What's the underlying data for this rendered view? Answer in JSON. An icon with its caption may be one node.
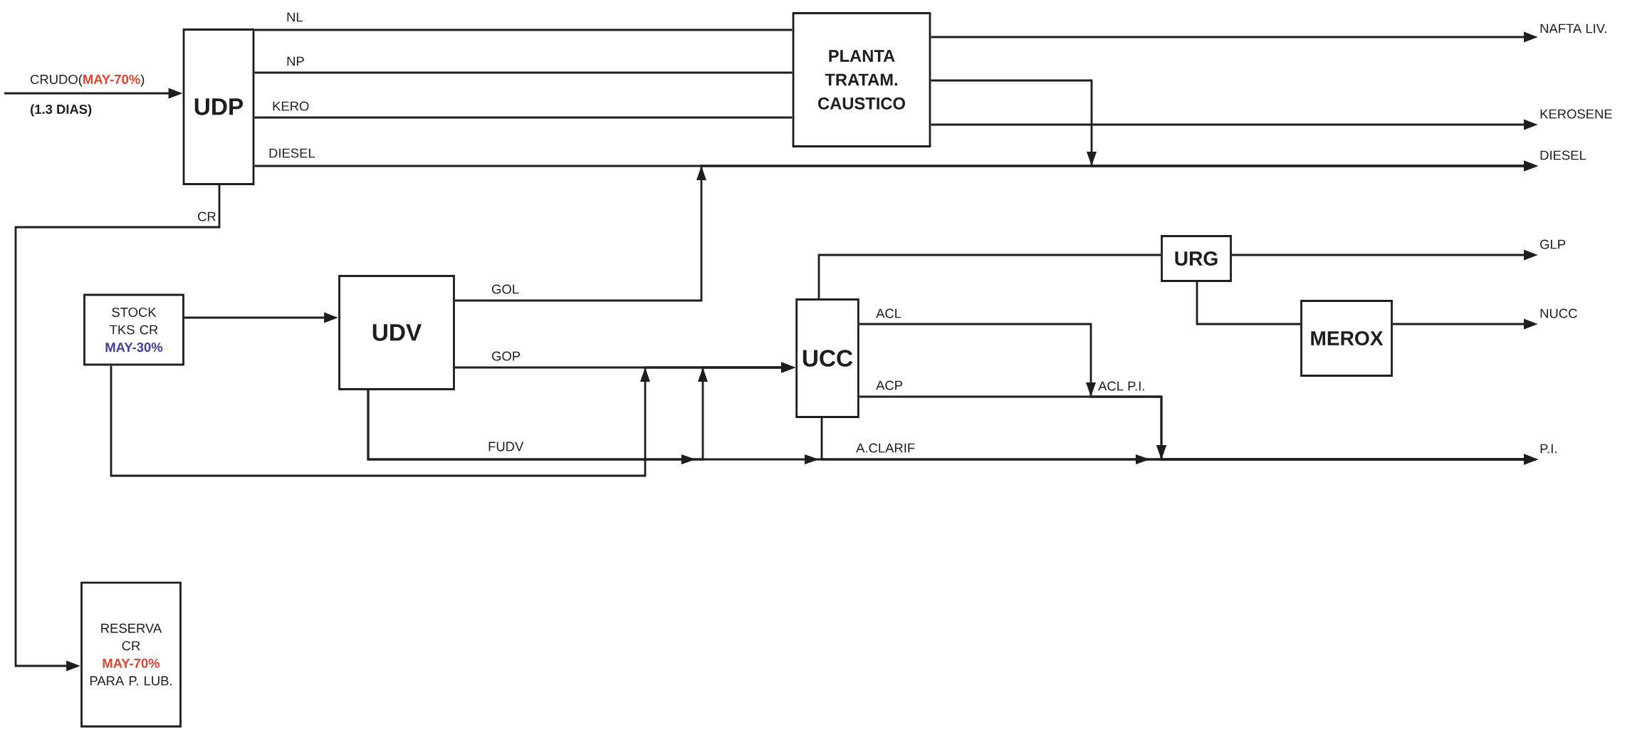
{
  "diagram": {
    "nodes": [
      {
        "text": [
          "UDP"
        ]
      },
      {
        "text": [
          "PLANTA TRATAM. CAUSTICO"
        ]
      },
      {
        "text": [
          "STOCK TKS CR",
          "MAY-30%"
        ]
      },
      {
        "text": [
          "UDV"
        ]
      },
      {
        "text": [
          "UCC"
        ]
      },
      {
        "text": [
          "URG"
        ]
      },
      {
        "text": [
          "MEROX"
        ]
      },
      {
        "text": [
          "RESERVA CR",
          "MAY-70%",
          "PARA P. LUB."
        ]
      },
      {
        "text": [
          "NAFTA LIV."
        ]
      },
      {
        "text": [
          "KEROSENE"
        ]
      },
      {
        "text": [
          "DIESEL"
        ]
      },
      {
        "text": [
          "GLP"
        ]
      },
      {
        "text": [
          "NUCC"
        ]
      },
      {
        "text": [
          "P.I."
        ]
      }
    ],
    "edges": [
      {
        "from": null,
        "to": 0,
        "arrow": "to",
        "label": "CRUDO(**MAY-70%**)"
      },
      {
        "from": 0,
        "to": 1,
        "arrow": "none",
        "label": "NL"
      },
      {
        "from": 0,
        "to": 1,
        "arrow": "none",
        "label": "NP"
      },
      {
        "from": 0,
        "to": 1,
        "arrow": "none",
        "label": "KERO"
      },
      {
        "from": 0,
        "to": 10,
        "arrow": "to",
        "label": "DIESEL"
      },
      {
        "from": 0,
        "to": 7,
        "arrow": "to",
        "label": "CR"
      },
      {
        "from": 1,
        "to": 8,
        "arrow": "to"
      },
      {
        "from": 1,
        "to": 10,
        "arrow": "to"
      },
      {
        "from": 1,
        "to": 9,
        "arrow": "to"
      },
      {
        "from": 2,
        "to": 3,
        "arrow": "to"
      },
      {
        "from": 3,
        "to": 10,
        "arrow": "to",
        "label": "GOL"
      },
      {
        "from": 3,
        "to": 4,
        "arrow": "to",
        "label": "GOP"
      },
      {
        "from": 3,
        "to": 4,
        "arrow": "to",
        "label": "FUDV"
      },
      {
        "from": 2,
        "to": 4,
        "arrow": "to"
      },
      {
        "from": 3,
        "to": 13,
        "arrow": "to"
      },
      {
        "from": 4,
        "to": 5,
        "arrow": "none"
      },
      {
        "from": 5,
        "to": 11,
        "arrow": "to"
      },
      {
        "from": 5,
        "to": 6,
        "arrow": "none"
      },
      {
        "from": 6,
        "to": 12,
        "arrow": "to"
      },
      {
        "from": 4,
        "to": 13,
        "arrow": "to",
        "label": "ACL"
      },
      {
        "from": 4,
        "to": 13,
        "arrow": "to",
        "label": "ACP"
      },
      {
        "from": 4,
        "to": 13,
        "arrow": "to",
        "label": "A.CLARIF"
      }
    ],
    "labels": [
      "(1.3 DIAS)",
      "ACL P.I."
    ]
  }
}
